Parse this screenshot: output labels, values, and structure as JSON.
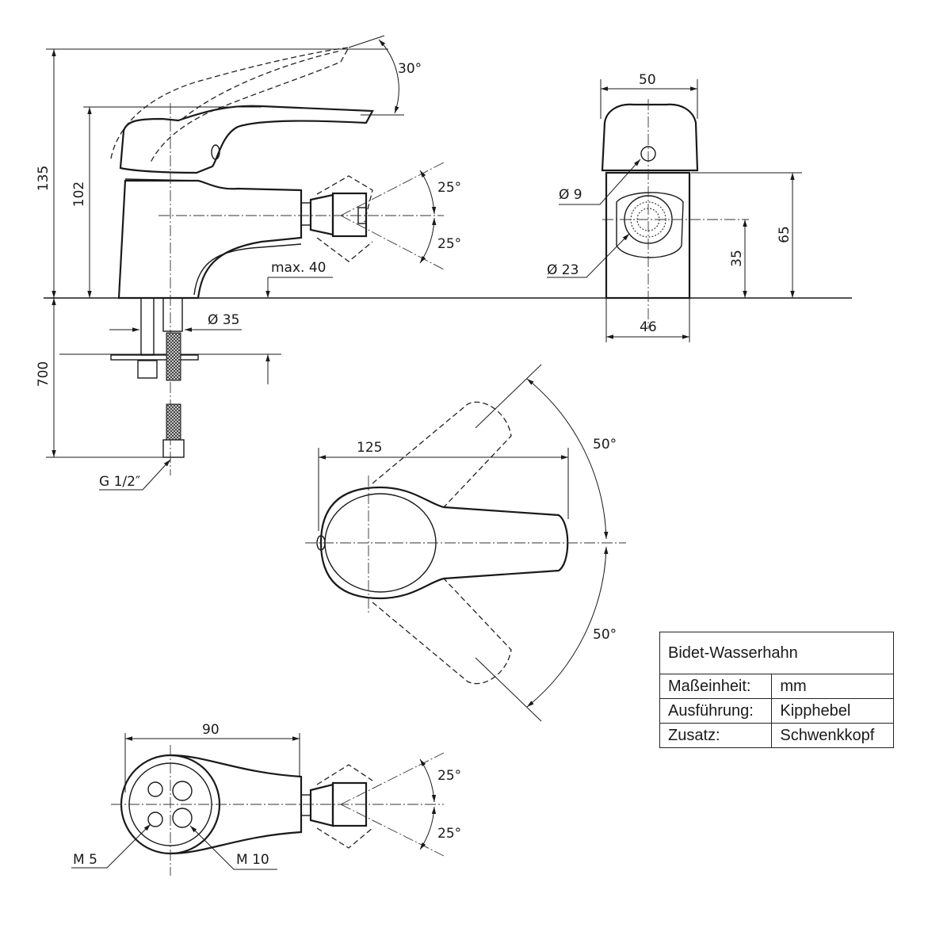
{
  "side_view": {
    "height_total": "135",
    "height_body": "102",
    "lever_angle": "30°",
    "swivel_up": "25°",
    "swivel_down": "25°",
    "max_thickness": "max. 40",
    "hole_diameter": "Ø 35",
    "hose_length": "700",
    "connection": "G 1/2″"
  },
  "front_view": {
    "head_width": "50",
    "knob_diameter": "Ø 9",
    "aerator_diameter": "Ø 23",
    "height": "65",
    "aerator_height": "35",
    "base_width": "46"
  },
  "top_view": {
    "length": "125",
    "angle_left": "50°",
    "angle_right": "50°"
  },
  "bottom_view": {
    "length": "90",
    "swivel_up": "25°",
    "swivel_down": "25°",
    "thread_small": "M 5",
    "thread_large": "M 10"
  },
  "spec_table": {
    "title": "Bidet-Wasserhahn",
    "rows": [
      {
        "label": "Maßeinheit:",
        "value": "mm"
      },
      {
        "label": "Ausführung:",
        "value": "Kipphebel"
      },
      {
        "label": "Zusatz:",
        "value": "Schwenkkopf"
      }
    ]
  }
}
